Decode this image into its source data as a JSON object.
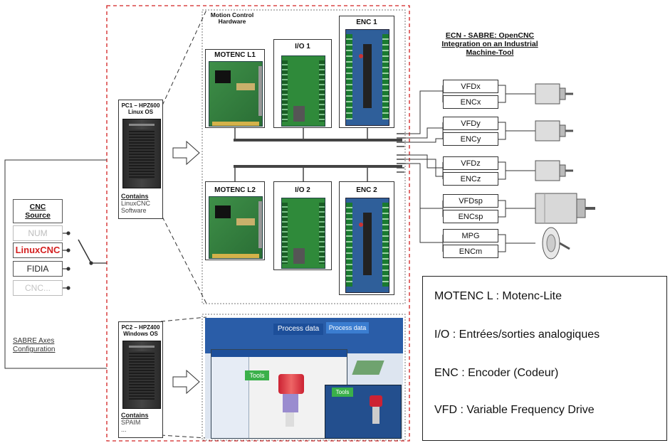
{
  "title": {
    "line1": "ECN - SABRE: OpenCNC",
    "line2": "Integration on an Industrial",
    "line3": "Machine-Tool"
  },
  "motion_hw": {
    "line1": "Motion Control",
    "line2": "Hardware"
  },
  "cards": {
    "motenc_l1": "MOTENC L1",
    "io1": "I/O 1",
    "enc1": "ENC 1",
    "motenc_l2": "MOTENC L2",
    "io2": "I/O 2",
    "enc2": "ENC 2"
  },
  "pc1": {
    "line1": "PC1 – HPZ600",
    "line2": "Linux OS",
    "contains": "Contains",
    "sw1": "LinuxCNC",
    "sw2": "Software"
  },
  "pc2": {
    "line1": "PC2 – HPZ400",
    "line2": "Windows OS",
    "contains": "Contains",
    "sw1": "SPAIM",
    "sw2": "..."
  },
  "cnc_source": {
    "heading1": "CNC",
    "heading2": "Source",
    "items": [
      "NUM",
      "LinuxCNC",
      "FIDIA",
      "CNC..."
    ],
    "footer1": "SABRE Axes",
    "footer2": "Configuration"
  },
  "drives": [
    {
      "vfd": "VFDx",
      "enc": "ENCx"
    },
    {
      "vfd": "VFDy",
      "enc": "ENCy"
    },
    {
      "vfd": "VFDz",
      "enc": "ENCz"
    },
    {
      "vfd": "VFDsp",
      "enc": "ENCsp"
    },
    {
      "vfd": "MPG",
      "enc": "ENCm"
    }
  ],
  "screens": {
    "process1": "Process data",
    "process2": "Process data",
    "tools1": "Tools",
    "tools2": "Tools"
  },
  "legend": {
    "l1": "MOTENC L : Motenc-Lite",
    "l2": "I/O : Entrées/sorties analogiques",
    "l3": "ENC : Encoder (Codeur)",
    "l4": "VFD : Variable Frequency Drive"
  },
  "colors": {
    "red_dash": "#d22020",
    "linuxcnc": "#d42020",
    "pcb_green": "#2f8a3a",
    "pcb_blue": "#2f5f9a",
    "screen_blue": "#1d4f9a"
  }
}
